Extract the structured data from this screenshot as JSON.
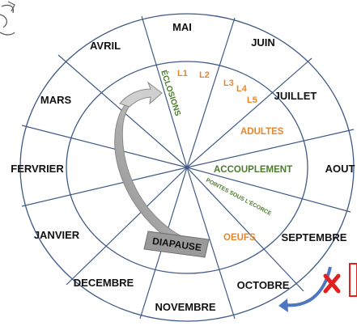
{
  "months": {
    "mai": "MAI",
    "juin": "JUIN",
    "juillet": "JUILLET",
    "aout": "AOUT",
    "septembre": "SEPTEMBRE",
    "octobre": "OCTOBRE",
    "novembre": "NOVEMBRE",
    "decembre": "DECEMBRE",
    "janvier": "JANVIER",
    "fevrier": "FERVRIER",
    "mars": "MARS",
    "avril": "AVRIL"
  },
  "stages": {
    "l1": "L1",
    "l2": "L2",
    "l3": "L3",
    "l4": "L4",
    "l5": "L5",
    "eclosions": "ÉCLOSIONS",
    "adultes": "ADULTES",
    "accouplement": "ACCOUPLEMENT",
    "pontes": "POINTES SOUS L'ÉCORCE",
    "oeufs": "OEUFS",
    "diapause": "DIAPAUSE"
  },
  "colors": {
    "ring": "#3e5a86",
    "orange": "#e8862b",
    "green": "#4a7d2a",
    "arrow_gray": "#9a9a9a",
    "diapause_fill": "#9a9a9a",
    "blue_arrow": "#4f76c0",
    "cross_red": "#e32020"
  },
  "icons": {
    "cycle_arrow": "curved-arrow-icon",
    "diapause_banner": "diapause-banner-icon",
    "return_arrow": "return-arrow-icon",
    "cross": "red-cross-icon",
    "insect": "insect-sketch-icon"
  }
}
